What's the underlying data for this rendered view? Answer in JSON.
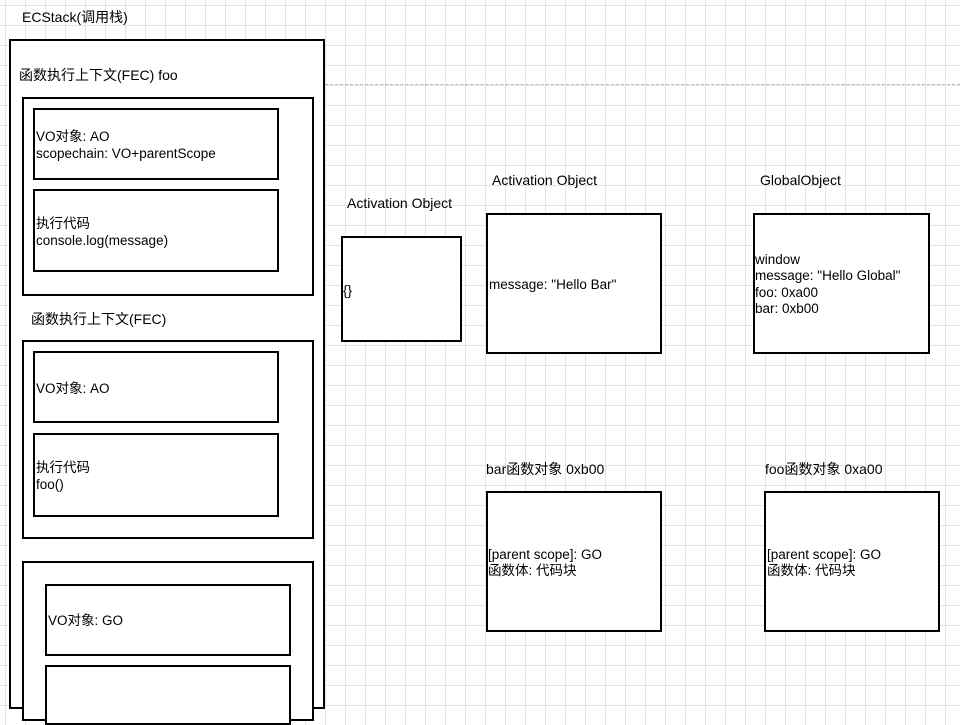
{
  "ecstack": {
    "title": "ECStack(调用栈)",
    "fec_foo": {
      "title": "函数执行上下文(FEC) foo",
      "vo_line1": "VO对象: AO",
      "vo_line2": "scopechain: VO+parentScope",
      "code_line1": "执行代码",
      "code_line2": "console.log(message)"
    },
    "fec_bar": {
      "title": "函数执行上下文(FEC)",
      "vo_line1": "VO对象: AO",
      "code_line1": "执行代码",
      "code_line2": "foo()"
    },
    "gec": {
      "vo_line1": "VO对象: GO"
    }
  },
  "ao_foo": {
    "title": "Activation Object",
    "body": "{}"
  },
  "ao_bar": {
    "title": "Activation Object",
    "body": "message: \"Hello Bar\""
  },
  "global_object": {
    "title": "GlobalObject",
    "line1": "window",
    "line2": "message: \"Hello Global\"",
    "line3": "foo: 0xa00",
    "line4": "bar: 0xb00"
  },
  "bar_func": {
    "title": "bar函数对象 0xb00",
    "line1": "[parent scope]: GO",
    "line2": "函数体: 代码块"
  },
  "foo_func": {
    "title": "foo函数对象 0xa00",
    "line1": "[parent scope]: GO",
    "line2": "函数体: 代码块"
  }
}
